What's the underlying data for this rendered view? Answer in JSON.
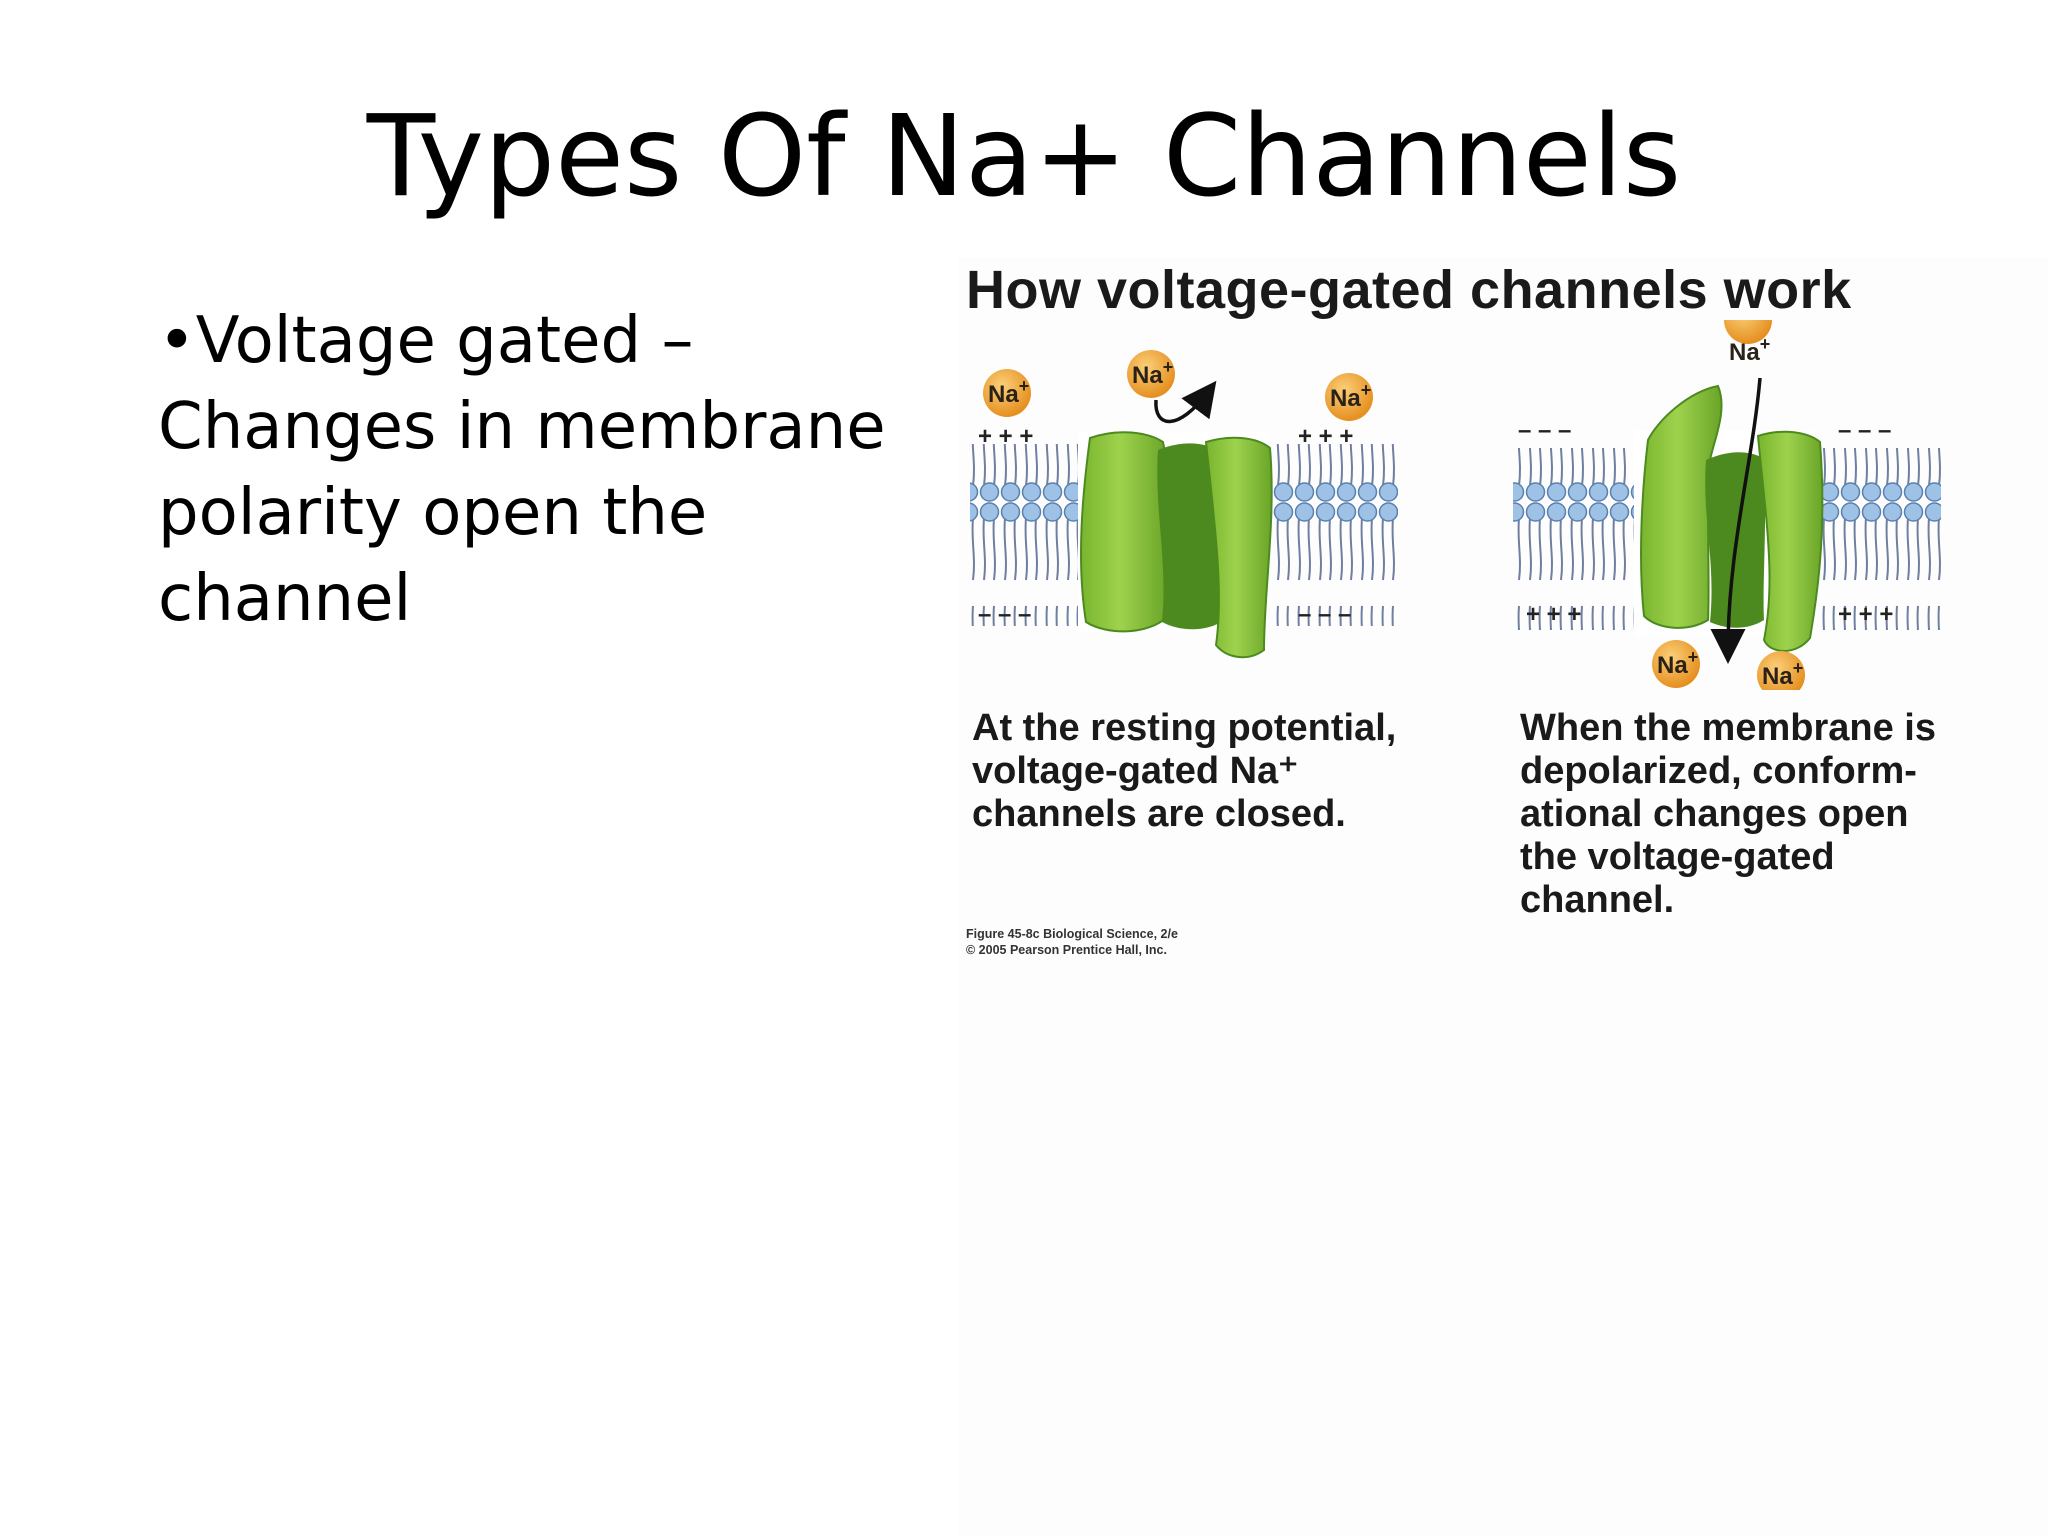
{
  "slide": {
    "title": "Types Of Na+ Channels",
    "bullet": {
      "lines": [
        "•Voltage gated –",
        "Changes in membrane",
        "polarity open the",
        "channel"
      ]
    }
  },
  "figure": {
    "title": "How voltage-gated channels work",
    "ion_label": "Na",
    "ion_charge": "+",
    "left_panel": {
      "top_charges": "+ + +",
      "bottom_charges": "– – –",
      "caption_lines": [
        "At the resting potential,",
        "voltage-gated Na⁺",
        "channels are closed."
      ]
    },
    "right_panel": {
      "top_charges": "– – –",
      "bottom_charges": "+ + +",
      "caption_lines": [
        "When the membrane is",
        "depolarized, conform-",
        "ational changes open",
        "the voltage-gated",
        "channel."
      ]
    },
    "credit_lines": [
      "Figure 45-8c  Biological Science, 2/e",
      "© 2005 Pearson Prentice Hall, Inc."
    ],
    "colors": {
      "channel_light": "#8cc63f",
      "channel_dark": "#4c8a1f",
      "ion_orange": "#f0a23a",
      "lipid_head": "#9ec1e6",
      "lipid_tail": "#6f7fa0"
    }
  }
}
